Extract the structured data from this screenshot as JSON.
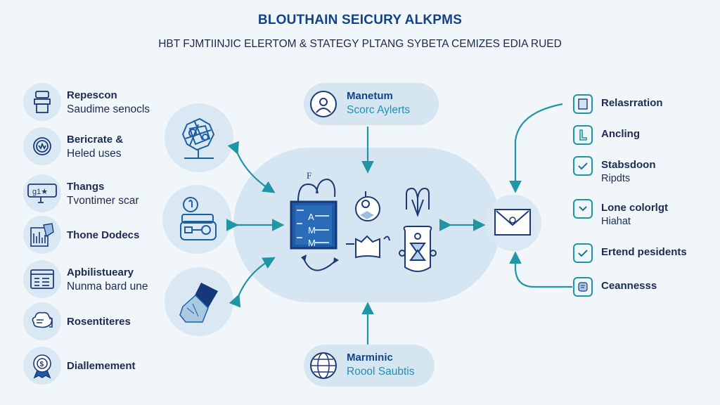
{
  "header": {
    "title": "BLOUTHAIN SEICURY ALKPMS",
    "subtitle": "HBT FJMTIINJIC ELERTOM & STATEGY PLTANG SYBETA CEMIZES EDIA RUED"
  },
  "left_items": [
    {
      "icon": "kiosk-icon",
      "title": "Repescon",
      "subtitle": "Saudime senocls"
    },
    {
      "icon": "face-badge-icon",
      "title": "Bericrate &",
      "subtitle": "Heled uses"
    },
    {
      "icon": "sign-icon",
      "title": "Thangs",
      "subtitle": "Tvontimer scar"
    },
    {
      "icon": "document-chart-icon",
      "title": "Thone Dodecs",
      "subtitle": ""
    },
    {
      "icon": "browser-window-icon",
      "title": "Apbilistueary",
      "subtitle": "Nunma bard une"
    },
    {
      "icon": "cloud-hand-icon",
      "title": "Rosentiteres",
      "subtitle": ""
    },
    {
      "icon": "money-medal-icon",
      "title": "Diallemement",
      "subtitle": ""
    }
  ],
  "inner_nodes": [
    {
      "icon": "tangled-network-icon"
    },
    {
      "icon": "card-reader-icon"
    },
    {
      "icon": "torn-document-icon"
    }
  ],
  "top_node": {
    "icon": "user-profile-icon",
    "title": "Manetum",
    "subtitle": "Scorc Aylerts"
  },
  "bottom_node": {
    "icon": "globe-icon",
    "title": "Marminic",
    "subtitle": "Roool Saubtis"
  },
  "hub": {
    "icons": [
      "clipboard-list-icon",
      "camera-eye-icon",
      "network-m-icon",
      "crown-icon",
      "robot-shield-icon"
    ],
    "clipboard_letters": [
      "A",
      "M",
      "M"
    ],
    "clipboard_mark": "F"
  },
  "right_node": {
    "icon": "envelope-lock-icon"
  },
  "right_items": [
    {
      "icon": "document-icon",
      "title": "Relasrration",
      "subtitle": ""
    },
    {
      "icon": "bookmark-l-icon",
      "title": "Ancling",
      "subtitle": ""
    },
    {
      "icon": "check-icon",
      "title": "Stabsdoon",
      "subtitle": "Ripdts"
    },
    {
      "icon": "chevron-down-icon",
      "title": "Lone colorlgt",
      "subtitle": "Hiahat"
    },
    {
      "icon": "check-icon",
      "title": "Ertend pesidents",
      "subtitle": ""
    },
    {
      "icon": "id-card-icon",
      "title": "Ceannesss",
      "subtitle": ""
    }
  ],
  "colors": {
    "background": "#f1f6fa",
    "navy": "#12438a",
    "teal": "#1f95a6",
    "circle_fill": "#d9e8f2"
  }
}
